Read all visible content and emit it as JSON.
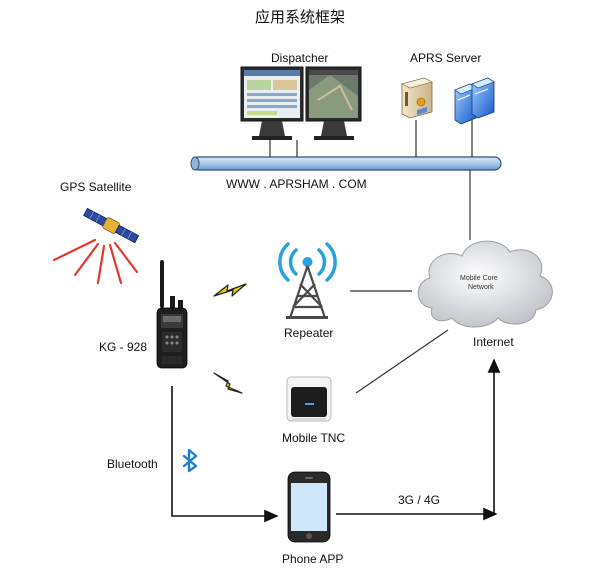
{
  "title": "应用系统框架",
  "labels": {
    "dispatcher": "Dispatcher",
    "aprs_server": "APRS Server",
    "website": "WWW . APRSHAM . COM",
    "gps_satellite": "GPS Satellite",
    "radio": "KG - 928",
    "repeater": "Repeater",
    "mobile_tnc": "Mobile TNC",
    "internet": "Internet",
    "cloud_text_1": "Mobile Core",
    "cloud_text_2": "Network",
    "bluetooth": "Bluetooth",
    "phone_app": "Phone APP",
    "cellular": "3G / 4G"
  },
  "icons": {
    "dispatcher": "monitors-icon",
    "server": "server-icon",
    "satellite": "satellite-icon",
    "radio": "radio-icon",
    "tower": "tower-icon",
    "tnc": "tnc-icon",
    "cloud": "cloud-icon",
    "bluetooth": "bluetooth-icon",
    "phone": "phone-icon",
    "lightning": "lightning-icon"
  },
  "colors": {
    "bus": "#a9c8e8",
    "bluetooth": "#1e7fd6",
    "signal_red": "#e23a2a",
    "lightning": "#e8d000",
    "tower_waves": "#2aa0e0"
  }
}
